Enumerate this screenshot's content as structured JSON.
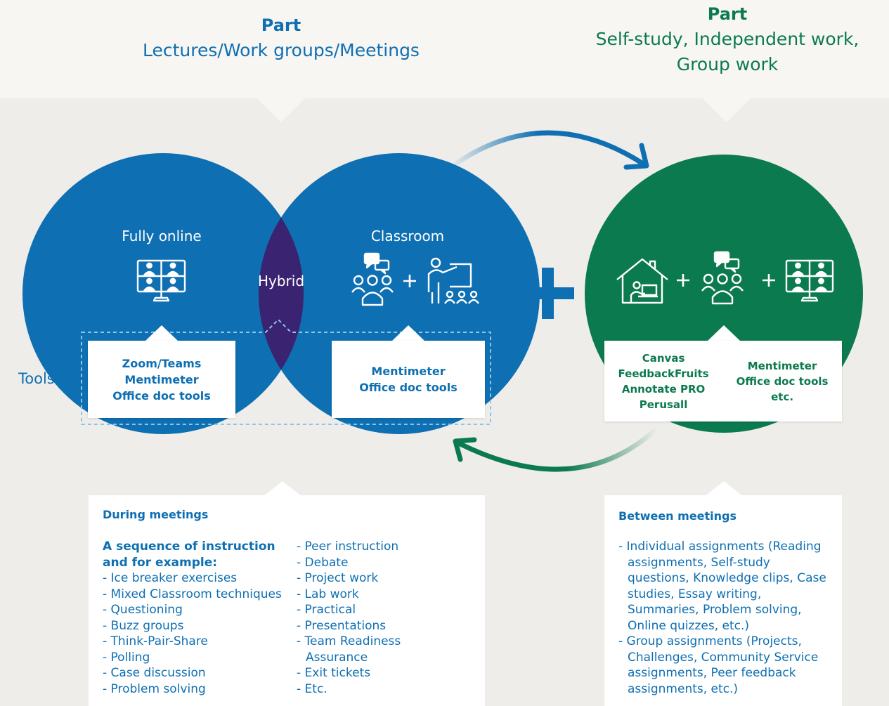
{
  "header": {
    "left": {
      "part": "Part",
      "subtitle": "Lectures/Work groups/Meetings"
    },
    "right": {
      "part": "Part",
      "subtitle_line1": "Self-study, Independent work,",
      "subtitle_line2": "Group work"
    }
  },
  "venn": {
    "fully_online": "Fully online",
    "hybrid": "Hybrid",
    "classroom": "Classroom",
    "plus": "+"
  },
  "tools_label": "Tools",
  "tools": {
    "online": [
      "Zoom/Teams",
      "Mentimeter",
      "Office doc tools"
    ],
    "classroom": [
      "Mentimeter",
      "Office doc tools"
    ],
    "self_study_col1": [
      "Canvas",
      "FeedbackFruits",
      "Annotate PRO",
      "Perusall"
    ],
    "self_study_col2": [
      "Mentimeter",
      "Office doc tools",
      "etc."
    ]
  },
  "during": {
    "title": "During meetings",
    "intro": [
      "A sequence of instruction",
      "and for example:"
    ],
    "col1": [
      "- Ice breaker exercises",
      "- Mixed Classroom techniques",
      "- Questioning",
      "- Buzz groups",
      "- Think-Pair-Share",
      "- Polling",
      "- Case discussion",
      "- Problem solving"
    ],
    "col2": [
      "- Peer instruction",
      "- Debate",
      "- Project work",
      "- Lab work",
      "- Practical",
      "- Presentations",
      "- Team Readiness Assurance",
      "- Exit tickets",
      "- Etc."
    ]
  },
  "between": {
    "title": "Between meetings",
    "items": [
      "- Individual assignments (Reading assignments, Self-study questions, Knowledge clips, Case studies, Essay writing, Summaries, Problem solving, Online quizzes, etc.)",
      "- Group assignments (Projects, Challenges, Community Service assignments, Peer feedback assignments, etc.)"
    ]
  },
  "colors": {
    "blue": "#0e6fb2",
    "purple": "#3a2370",
    "green": "#0b7a4e",
    "light_band": "#f8f6f3",
    "background": "#efedea"
  },
  "icons": [
    "video-call-icon",
    "discussion-group-icon",
    "teacher-board-icon",
    "home-study-icon"
  ]
}
